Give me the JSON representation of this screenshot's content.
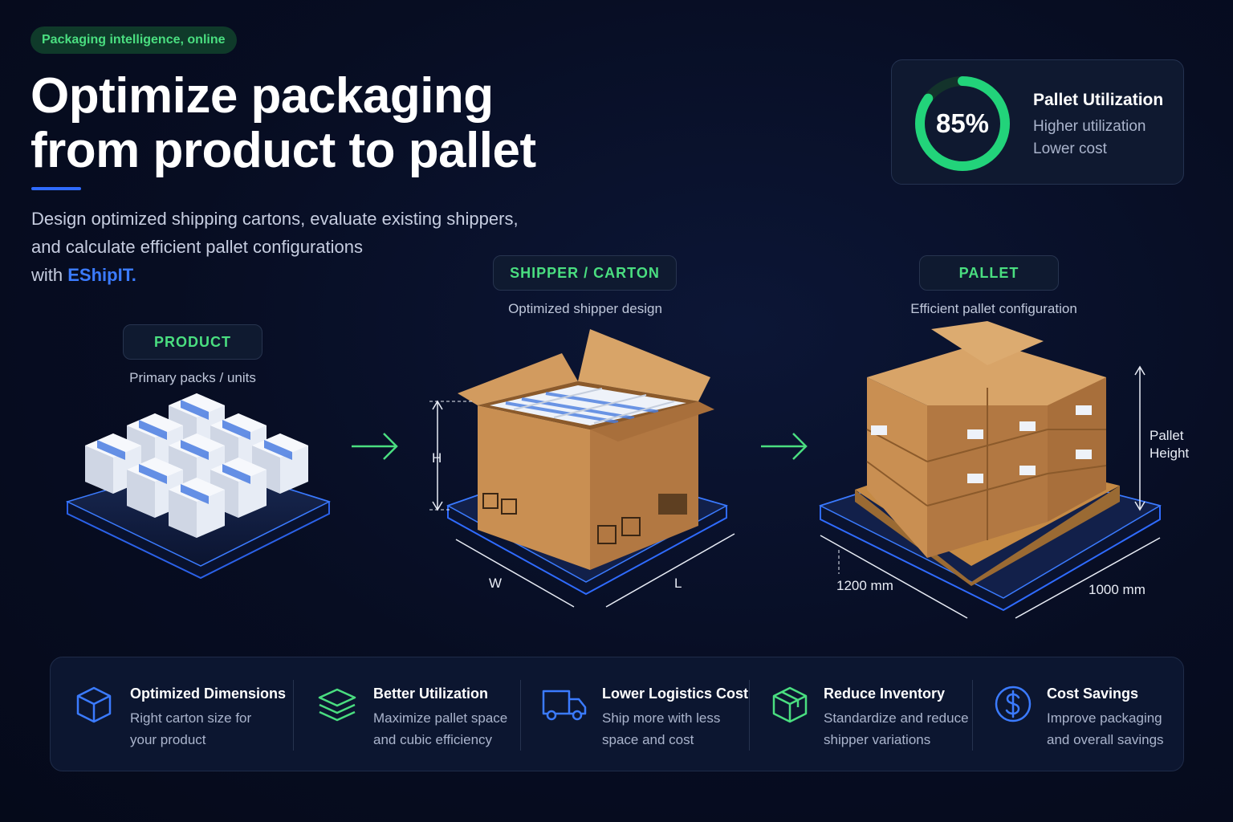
{
  "status": {
    "label": "Packaging intelligence, online"
  },
  "hero": {
    "title_line1": "Optimize packaging",
    "title_line2": "from product to pallet",
    "subtitle_line1": "Design optimized shipping cartons, evaluate existing shippers,",
    "subtitle_line2": "and calculate efficient pallet configurations",
    "subtitle_line3_prefix": "with ",
    "brand": "EShipIT."
  },
  "utilization": {
    "value_percent": 85,
    "value_label": "85%",
    "title": "Pallet Utilization",
    "line1": "Higher utilization",
    "line2": "Lower cost",
    "ring_color": "#22d37a"
  },
  "stages": {
    "product": {
      "label": "PRODUCT",
      "sub": "Primary packs / units"
    },
    "shipper": {
      "label": "SHIPPER / CARTON",
      "sub": "Optimized shipper design"
    },
    "pallet": {
      "label": "PALLET",
      "sub": "Efficient pallet configuration"
    }
  },
  "dimensions": {
    "height": "H",
    "width": "W",
    "length": "L",
    "pallet_height_line1": "Pallet",
    "pallet_height_line2": "Height",
    "pallet_length": "1200 mm",
    "pallet_width": "1000 mm"
  },
  "benefits": [
    {
      "icon": "cube-icon",
      "title": "Optimized Dimensions",
      "desc1": "Right carton size for",
      "desc2": "your product"
    },
    {
      "icon": "layers-icon",
      "title": "Better Utilization",
      "desc1": "Maximize pallet space",
      "desc2": "and cubic efficiency"
    },
    {
      "icon": "truck-icon",
      "title": "Lower Logistics Cost",
      "desc1": "Ship more with less",
      "desc2": "space and cost"
    },
    {
      "icon": "box-icon",
      "title": "Reduce Inventory",
      "desc1": "Standardize and reduce",
      "desc2": "shipper variations"
    },
    {
      "icon": "dollar-icon",
      "title": "Cost Savings",
      "desc1": "Improve packaging",
      "desc2": "and overall savings"
    }
  ],
  "colors": {
    "accent_green": "#4ade80",
    "accent_blue": "#2f6bff",
    "cardboard": "#c98f52"
  }
}
